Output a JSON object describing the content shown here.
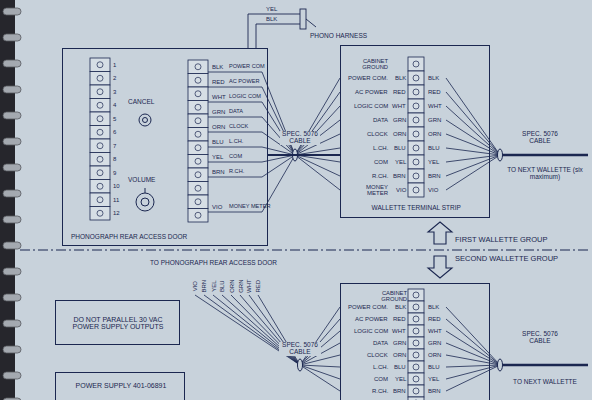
{
  "diagram": {
    "nodes": [
      {
        "text": [
          "PHONOGRAPH REAR ACCESS DOOR"
        ]
      },
      {
        "text": [
          "WALLETTE TERMINAL STRIP"
        ]
      },
      {
        "text": [
          "DO NOT PARALLEL 30 VAC POWER SUPPLY OUTPUTS"
        ]
      },
      {
        "text": [
          "POWER SUPPLY 401-06891"
        ]
      },
      {
        "text": [
          "CABINET GROUND"
        ]
      }
    ],
    "edges": [
      {
        "from": 0,
        "to": 1,
        "arrow": "none",
        "label": "SPEC. 5076 CABLE"
      }
    ],
    "labels": [
      "YEL",
      "BLK",
      "PHONO HARNESS",
      "1",
      "2",
      "3",
      "4",
      "5",
      "6",
      "7",
      "8",
      "9",
      "10",
      "11",
      "12",
      "CANCEL",
      "VOLUME",
      "BLK",
      "POWER COM",
      "RED",
      "AC POWER",
      "WHT",
      "LOGIC COM",
      "GRN",
      "DATA",
      "ORN",
      "CLOCK",
      "BLU",
      "L.CH.",
      "YEL",
      "COM",
      "BRN",
      "R.CH.",
      "VIO",
      "MONEY METER",
      "CABINET GROUND",
      "POWER COM.",
      "BLK",
      "AC POWER",
      "RED",
      "LOGIC COM",
      "WHT",
      "DATA",
      "GRN",
      "CLOCK",
      "ORN",
      "L.CH.",
      "BLU",
      "COM",
      "YEL",
      "R.CH.",
      "BRN",
      "MONEY METER",
      "VIO",
      "BLK",
      "RED",
      "WHT",
      "GRN",
      "ORN",
      "BLU",
      "YEL",
      "BRN",
      "VIO",
      "SPEC. 5076 CABLE",
      "TO NEXT WALLETTE (six maximum)",
      "FIRST WALLETTE GROUP",
      "SECOND WALLETTE GROUP",
      "TO PHONOGRAPH REAR ACCESS DOOR",
      "VIO",
      "BRN",
      "YEL",
      "BLU",
      "ORN",
      "GRN",
      "WHT",
      "RED",
      "SPEC. 5076 CABLE",
      "POWER COM.",
      "BLK",
      "AC POWER",
      "RED",
      "LOGIC COM",
      "WHT",
      "DATA",
      "GRN",
      "CLOCK",
      "ORN",
      "L.CH.",
      "BLU",
      "COM",
      "YEL",
      "R.CH.",
      "BRN",
      "BLK",
      "RED",
      "WHT",
      "GRN",
      "ORN",
      "BLU",
      "YEL",
      "BRN",
      "SPEC. 5076 CABLE",
      "TO NEXT WALLETTE"
    ]
  }
}
